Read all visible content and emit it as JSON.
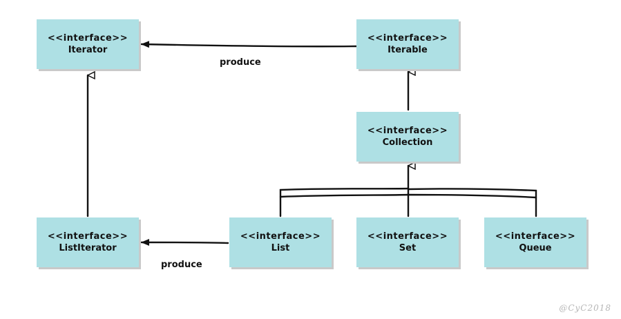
{
  "nodes": {
    "iterator": {
      "stereotype": "<<interface>>",
      "name": "Iterator"
    },
    "iterable": {
      "stereotype": "<<interface>>",
      "name": "Iterable"
    },
    "collection": {
      "stereotype": "<<interface>>",
      "name": "Collection"
    },
    "listiterator": {
      "stereotype": "<<interface>>",
      "name": "ListIterator"
    },
    "list": {
      "stereotype": "<<interface>>",
      "name": "List"
    },
    "set": {
      "stereotype": "<<interface>>",
      "name": "Set"
    },
    "queue": {
      "stereotype": "<<interface>>",
      "name": "Queue"
    }
  },
  "edges": {
    "iterable_produces_iterator": {
      "label": "produce"
    },
    "list_produces_listiterator": {
      "label": "produce"
    }
  },
  "colors": {
    "box_fill": "#aee0e4",
    "line": "#111111",
    "shadow": "#c9c9c9"
  },
  "watermark": "@CyC2018"
}
